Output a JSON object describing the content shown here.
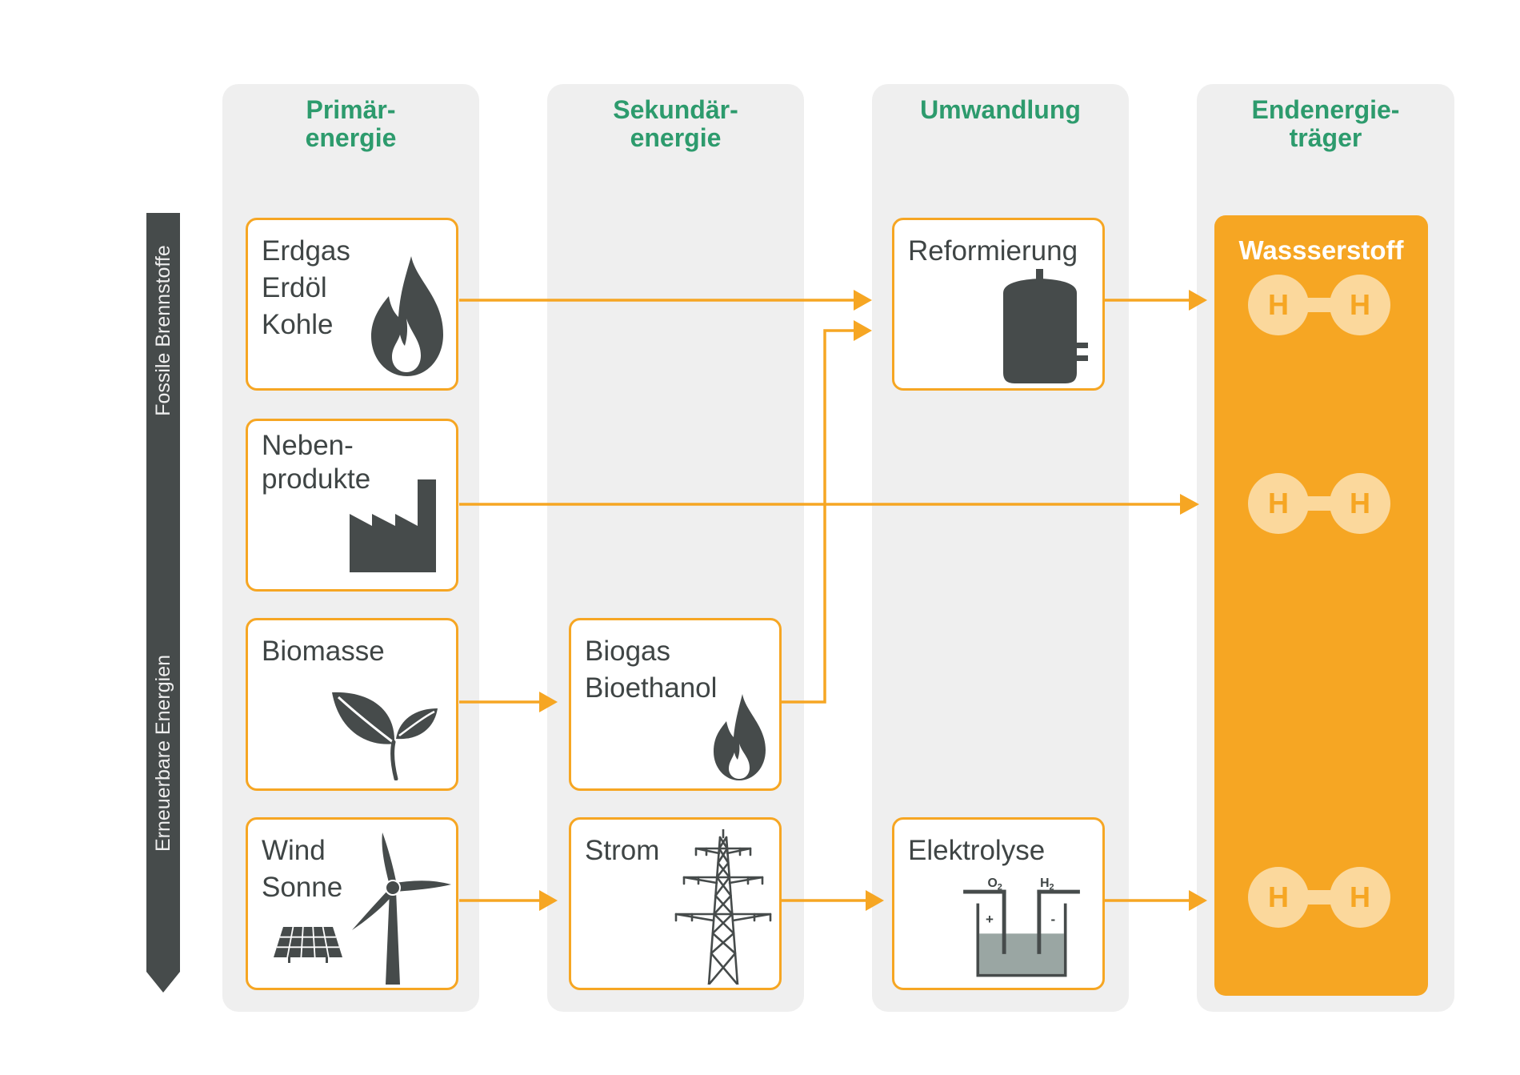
{
  "colors": {
    "header_green": "#2d9b6d",
    "accent_orange": "#f6a623",
    "icon_dark": "#464b4b",
    "column_grey": "#efefef",
    "molecule_light": "#fbd89c",
    "electrolyte": "#9aa6a3"
  },
  "headers": {
    "primary": [
      "Primär-",
      "energie"
    ],
    "secondary": [
      "Sekundär-",
      "energie"
    ],
    "conversion": [
      "Umwandlung"
    ],
    "final": [
      "Endenergie-",
      "träger"
    ]
  },
  "side_bar": {
    "fossil_label": "Fossile Brennstoffe",
    "renewable_label": "Erneuerbare Energien"
  },
  "primary": {
    "fossil_fuels": {
      "lines": [
        "Erdgas",
        "Erdöl",
        "Kohle"
      ],
      "icon": "flame-icon"
    },
    "byproducts": {
      "lines": [
        "Neben-",
        "produkte"
      ],
      "icon": "factory-icon"
    },
    "biomass": {
      "lines": [
        "Biomasse"
      ],
      "icon": "plant-icon"
    },
    "wind_sun": {
      "lines": [
        "Wind",
        "Sonne"
      ],
      "icons": [
        "wind-turbine-icon",
        "solar-panel-icon"
      ]
    }
  },
  "secondary": {
    "biofuels": {
      "lines": [
        "Biogas",
        "Bioethanol"
      ],
      "icon": "flame-icon"
    },
    "electricity": {
      "lines": [
        "Strom"
      ],
      "icon": "power-pylon-icon"
    }
  },
  "conversion": {
    "reforming": {
      "lines": [
        "Reformierung"
      ],
      "icon": "tank-icon"
    },
    "electrolysis": {
      "lines": [
        "Elektrolyse"
      ],
      "icon": "electrolysis-cell-icon",
      "anode_gas": "O",
      "anode_gas_sub": "2",
      "cathode_gas": "H",
      "cathode_gas_sub": "2",
      "anode_sign": "+",
      "cathode_sign": "-"
    }
  },
  "final": {
    "title": "Wassserstoff",
    "molecules": [
      {
        "left_atom": "H",
        "right_atom": "H"
      },
      {
        "left_atom": "H",
        "right_atom": "H"
      },
      {
        "left_atom": "H",
        "right_atom": "H"
      }
    ]
  }
}
